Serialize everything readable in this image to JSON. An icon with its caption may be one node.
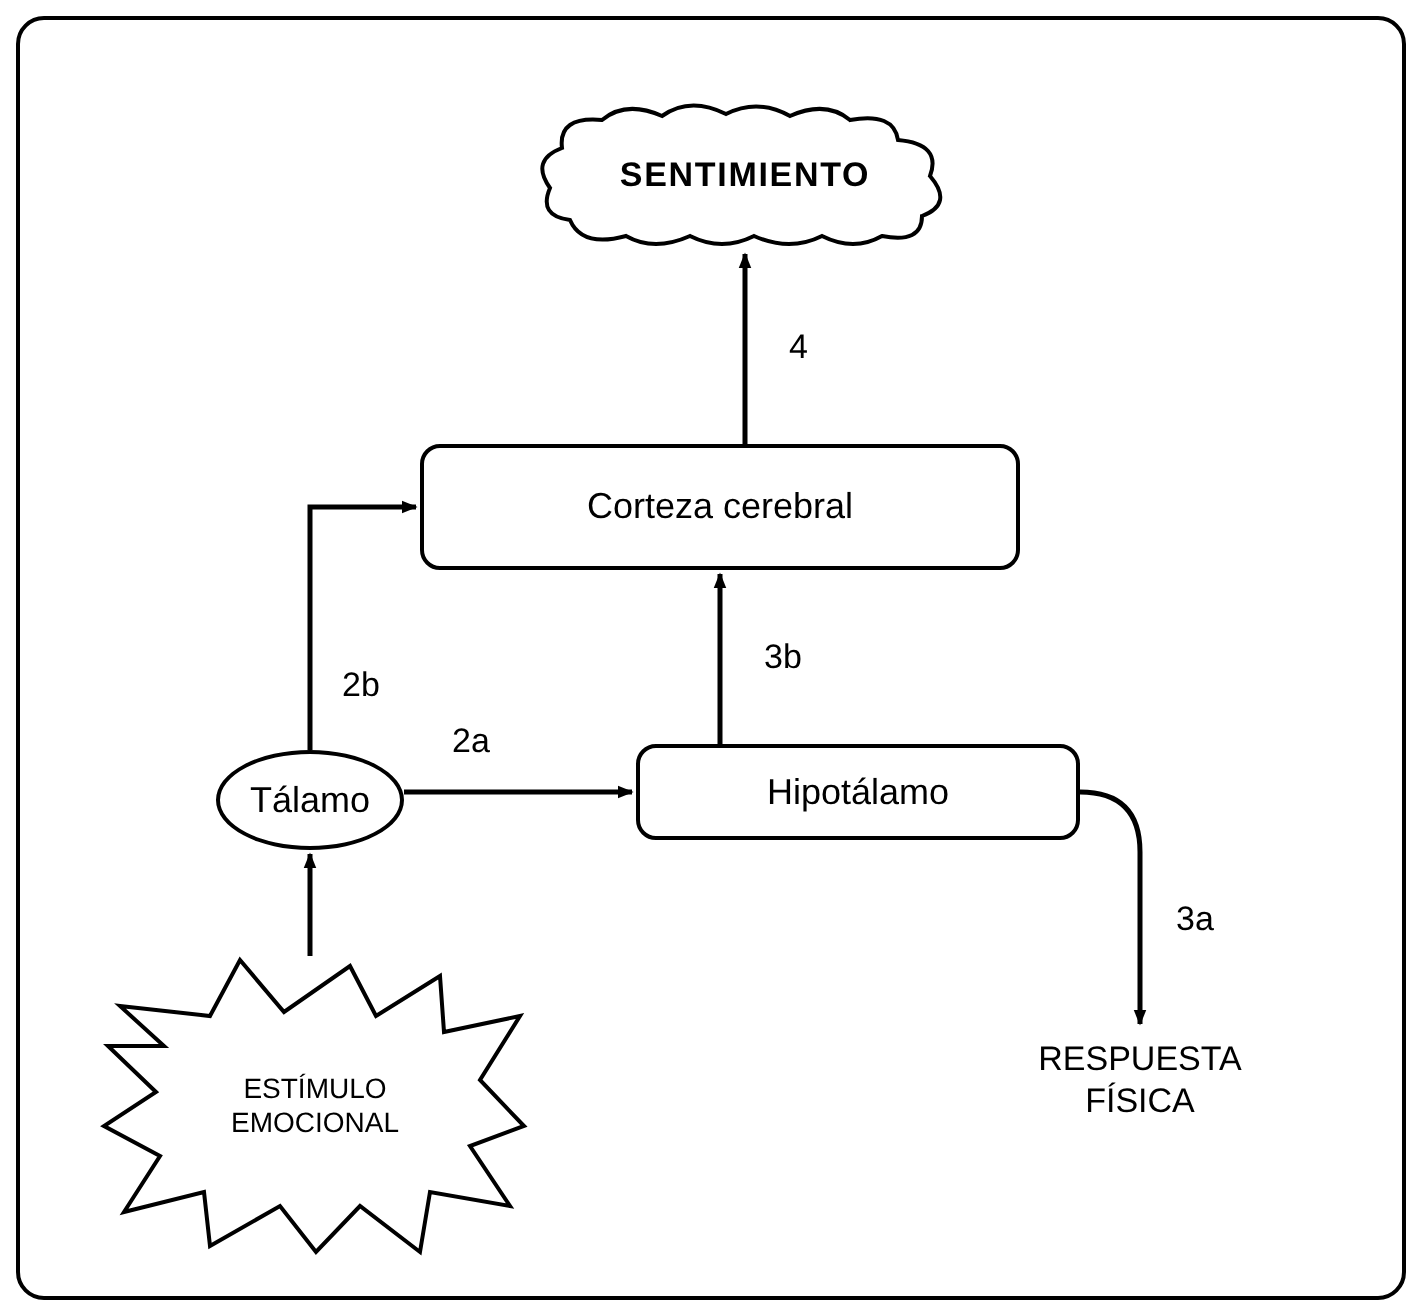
{
  "diagram": {
    "nodes": [
      {
        "text": [
          "SENTIMIENTO"
        ]
      },
      {
        "text": [
          "Corteza cerebral"
        ]
      },
      {
        "text": [
          "Tálamo"
        ]
      },
      {
        "text": [
          "Hipotálamo"
        ]
      },
      {
        "text": [
          "RESPUESTA FÍSICA"
        ]
      },
      {
        "text": [
          "ESTÍMULO EMOCIONAL"
        ]
      }
    ],
    "edges": [
      {
        "from": 1,
        "to": 0,
        "arrow": "to",
        "label": "4"
      },
      {
        "from": 2,
        "to": 1,
        "arrow": "to",
        "label": "2b"
      },
      {
        "from": 2,
        "to": 3,
        "arrow": "to",
        "label": "2a"
      },
      {
        "from": 3,
        "to": 1,
        "arrow": "to",
        "label": "3b"
      },
      {
        "from": 3,
        "to": 4,
        "arrow": "to",
        "label": "3a"
      },
      {
        "from": 5,
        "to": 2,
        "arrow": "to"
      }
    ]
  }
}
